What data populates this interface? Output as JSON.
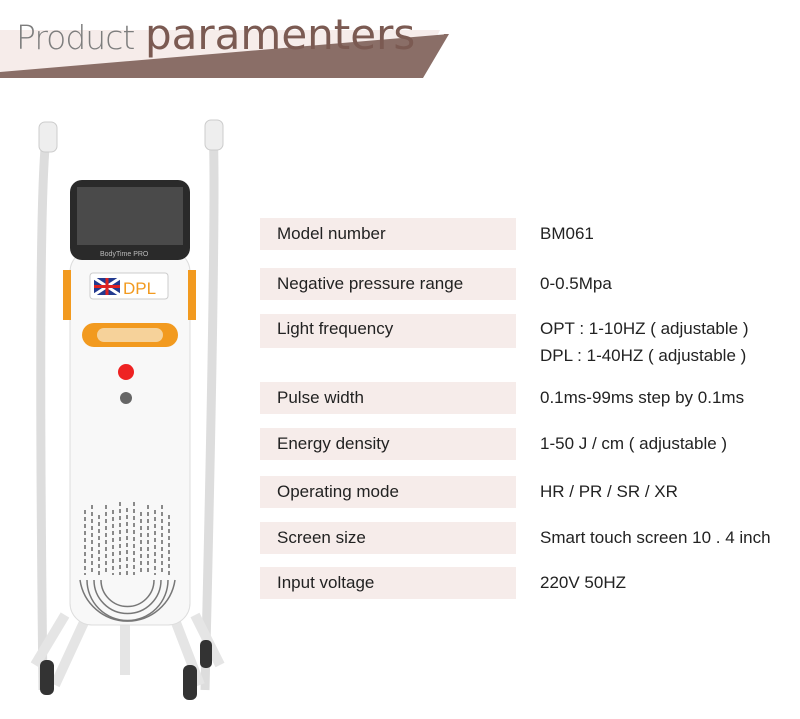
{
  "header": {
    "title_part1": "Product",
    "title_part2": "paramenters"
  },
  "machine": {
    "brand": "BodyTime PRO",
    "badge": "DPL"
  },
  "specs": [
    {
      "label": "Model number",
      "values": [
        "BM061"
      ]
    },
    {
      "label": "Negative pressure range",
      "values": [
        "0-0.5Mpa"
      ]
    },
    {
      "label": "Light frequency",
      "values": [
        "OPT : 1-10HZ ( adjustable )",
        "DPL : 1-40HZ ( adjustable )"
      ]
    },
    {
      "label": "Pulse width",
      "values": [
        "0.1ms-99ms step by 0.1ms"
      ]
    },
    {
      "label": "Energy density",
      "values": [
        "1-50 J / cm ( adjustable )"
      ]
    },
    {
      "label": "Operating mode",
      "values": [
        "HR / PR / SR / XR"
      ]
    },
    {
      "label": "Screen size",
      "values": [
        "Smart touch screen 10 . 4 inch"
      ]
    },
    {
      "label": "Input voltage",
      "values": [
        "220V 50HZ"
      ]
    }
  ],
  "colors": {
    "accent": "#7b5a52",
    "band": "#f6ecea",
    "orange": "#f29a1f"
  }
}
